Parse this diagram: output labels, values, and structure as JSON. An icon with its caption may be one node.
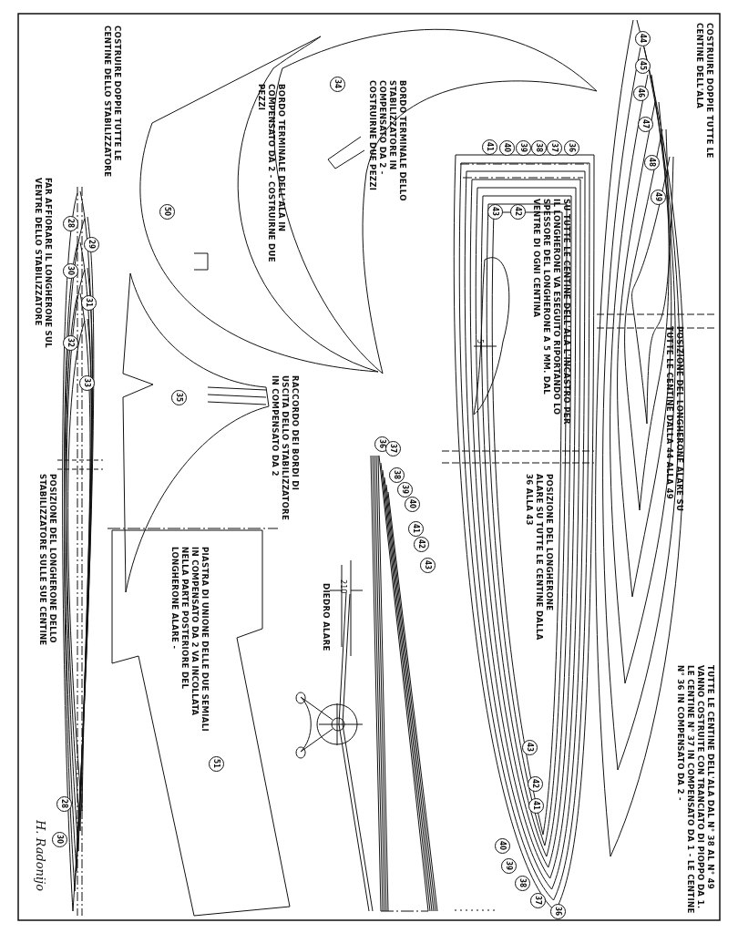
{
  "diagram": {
    "labels": [
      "COSTRUIRE DOPPIE TUTTE LE CENTINE DELLO STABILIZZATORE",
      "FAR AFFIORARE IL LONGHERONE SUL VENTRE DELLO STABILIZZATORE",
      "28",
      "29",
      "30",
      "31",
      "32",
      "33",
      "POSIZIONE DEL LONGHERONE DELLO STABILIZZATORE SULLE SUE CENTINE",
      "28",
      "30",
      "H. Radonijo",
      "50",
      "35",
      "51",
      "BORDO TERMINALE DELL'ALA IN COMPENSATO DA 2 - COSTRUIRNE DUE PEZZI",
      "PIASTRA DI UNIONE DELLE DUE SEMIALI IN COMPENSATO DA 2 VA INCOLLATA NELLA PARTE POSTERIORE DEL LONGHERONE ALARE -",
      "RACCORDO DEI BORDI DI USCITA DELLO STABILIZZATORE IN COMPENSATO DA 2",
      "DIEDRO ALARE",
      "210",
      "34",
      "BORDO TERMINALE DELLO STABILIZZATORE IN COMPENSATO DA 2 - COSTRUIRNE DUE PEZZI",
      "36",
      "37",
      "38",
      "39",
      "40",
      "41",
      "42",
      "43",
      "5",
      "41",
      "40",
      "39",
      "38",
      "37",
      "36",
      "43",
      "42",
      "SU TUTTE LE CENTINE DELL'ALA L'INCASTRO PER IL LONGHERONE VA ESEGUITO RIPORTANDO LO SPESSORE DEL LONGHERONE A 5 MM. DAL VENTRE DI OGNI CENTINA",
      "POSIZIONE DEL LONGHERONE ALARE SU TUTTE LE CENTINE DALLA 36 ALLA 43",
      "43",
      "42",
      "41",
      "40",
      "39",
      "38",
      "37",
      "36",
      "44",
      "45",
      "46",
      "47",
      "48",
      "49",
      "POSIZIONE DEL LONGHERONE ALARE SU TUTTE LE CENTINE DALLA 44 ALLA 49",
      "COSTRUIRE DOPPIE TUTTE LE CENTINE DELL'ALA",
      "TUTTE LE CENTINE DELL'ALA DAL N° 38 AL N° 49 VANNO COSTRUITE CON TRANCIATO DI PIOPPO DA 1. LE CENTINE N° 37 IN COMPENSATO DA 1 - LE CENTINE N° 36 IN COMPENSATO DA 2 -"
    ]
  }
}
